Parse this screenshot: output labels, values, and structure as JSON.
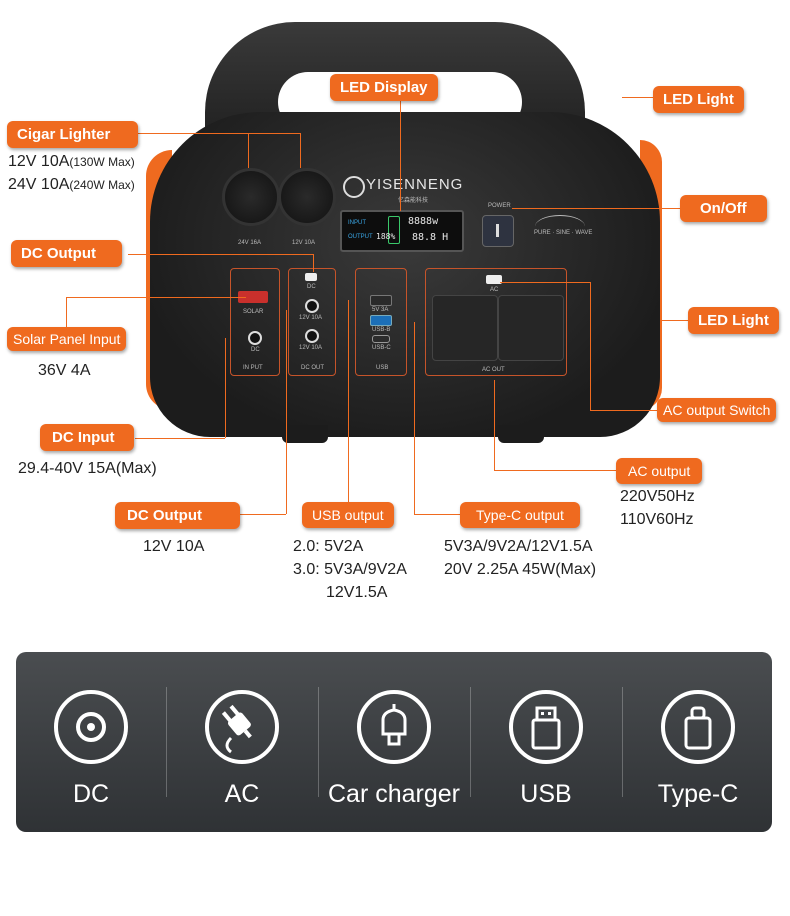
{
  "brand": {
    "name": "YISENNENG",
    "sub": "亿森能科技"
  },
  "device": {
    "lcd_input": "INPUT",
    "lcd_output": "OUTPUT",
    "lcd_top": "8888w",
    "lcd_bottom": "88.8 H",
    "lcd_mid": "188%",
    "power": "POWER",
    "wave": "PURE · SINE · WAVE",
    "socket1": "24V 16A",
    "socket2": "12V 10A",
    "solar": "SOLAR",
    "dc": "DC",
    "input": "IN PUT",
    "dc_btn": "DC",
    "dc12a": "12V 10A",
    "dc12b": "12V 10A",
    "dc_out": "DC OUT",
    "usb5v": "5V 3A",
    "usbb": "USB-B",
    "usbc": "USB-C",
    "usb": "USB",
    "ac": "AC",
    "ac_out": "AC OUT"
  },
  "callouts": {
    "led_display": "LED Display",
    "led_light_top": "LED Light",
    "cigar": "Cigar Lighter",
    "cigar_spec1": "12V 10A",
    "cigar_spec1_note": "(130W Max)",
    "cigar_spec2": "24V 10A",
    "cigar_spec2_note": "(240W Max)",
    "onoff": "On/Off",
    "dc_output_top": "DC Output",
    "led_light_mid": "LED Light",
    "solar": "Solar Panel Input",
    "solar_spec": "36V 4A",
    "ac_switch": "AC output Switch",
    "dc_input": "DC Input",
    "dc_input_spec": "29.4-40V 15A(Max)",
    "ac_output": "AC output",
    "ac_spec1": "220V50Hz",
    "ac_spec2": "110V60Hz",
    "dc_output_bottom": "DC Output",
    "dc_output_spec": "12V 10A",
    "usb_output": "USB output",
    "usb_spec1": "2.0: 5V2A",
    "usb_spec2": "3.0: 5V3A/9V2A",
    "usb_spec3": "12V1.5A",
    "typec_output": "Type-C output",
    "typec_spec1": "5V3A/9V2A/12V1.5A",
    "typec_spec2": "20V 2.25A 45W(Max)"
  },
  "icon_bar": [
    {
      "label": "DC",
      "icon": "dc-port-icon"
    },
    {
      "label": "AC",
      "icon": "ac-plug-icon"
    },
    {
      "label": "Car charger",
      "icon": "car-charger-icon"
    },
    {
      "label": "USB",
      "icon": "usb-icon"
    },
    {
      "label": "Type-C",
      "icon": "type-c-icon"
    }
  ],
  "colors": {
    "accent": "#ef6a1f",
    "bar": "#3c3f42"
  }
}
